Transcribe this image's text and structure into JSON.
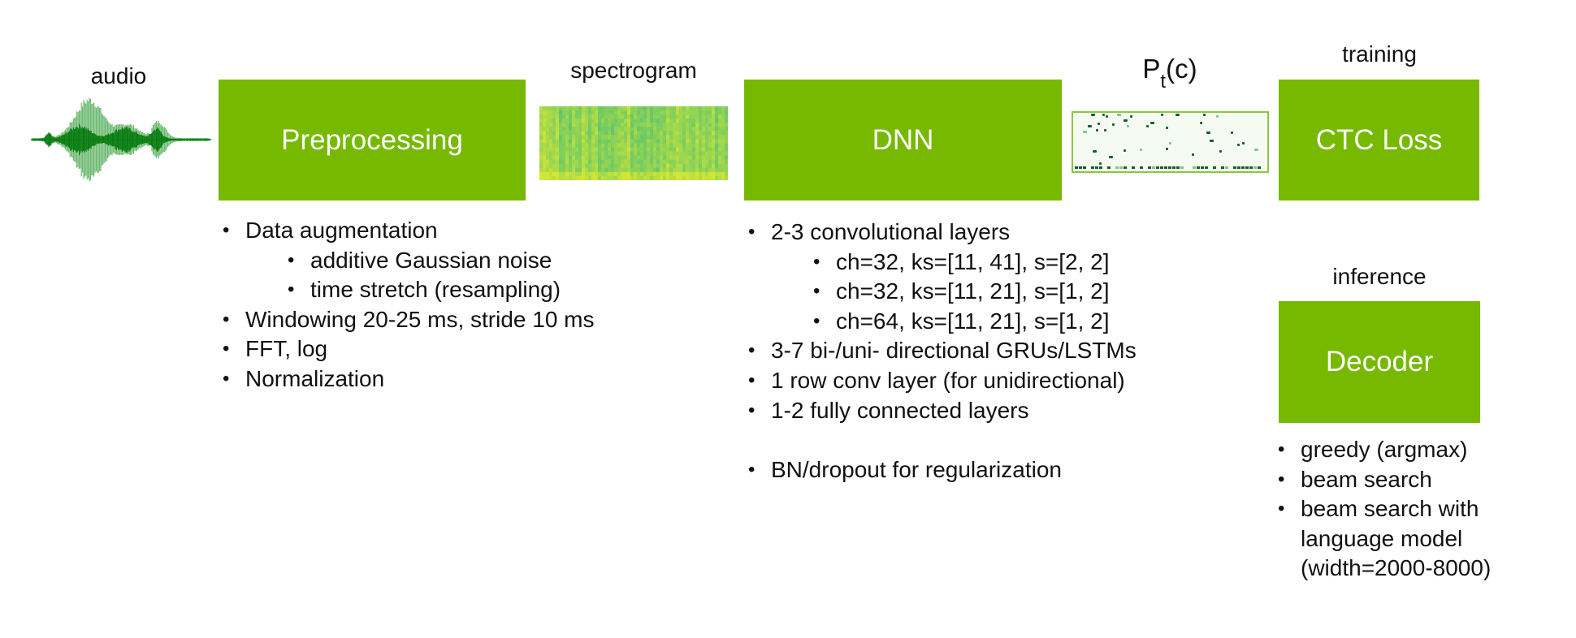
{
  "labels": {
    "audio": "audio",
    "spectrogram": "spectrogram",
    "pt_main": "P",
    "pt_sub": "t",
    "pt_arg": "(c)",
    "training": "training",
    "inference": "inference"
  },
  "boxes": {
    "preprocessing": "Preprocessing",
    "dnn": "DNN",
    "ctc_loss": "CTC Loss",
    "decoder": "Decoder"
  },
  "preprocessing_list": [
    {
      "text": "Data augmentation",
      "level": 1
    },
    {
      "text": "additive Gaussian noise",
      "level": 2
    },
    {
      "text": "time stretch (resampling)",
      "level": 2
    },
    {
      "text": "Windowing 20-25 ms, stride 10 ms",
      "level": 1
    },
    {
      "text": "FFT, log",
      "level": 1
    },
    {
      "text": "Normalization",
      "level": 1
    }
  ],
  "dnn_list": [
    {
      "text": "2-3 convolutional layers",
      "level": 1
    },
    {
      "text": "ch=32, ks=[11, 41], s=[2, 2]",
      "level": 2
    },
    {
      "text": "ch=32, ks=[11, 21], s=[1, 2]",
      "level": 2
    },
    {
      "text": "ch=64, ks=[11, 21], s=[1, 2]",
      "level": 2
    },
    {
      "text": "3-7 bi-/uni- directional GRUs/LSTMs",
      "level": 1
    },
    {
      "text": "1 row conv layer (for unidirectional)",
      "level": 1
    },
    {
      "text": "1-2 fully connected layers",
      "level": 1
    },
    {
      "text": "BN/dropout for regularization",
      "level": 1
    }
  ],
  "decoder_list": [
    {
      "text": "greedy (argmax)",
      "level": 1
    },
    {
      "text": "beam search",
      "level": 1
    },
    {
      "text": "beam search with",
      "level": 1
    },
    {
      "text": "language model",
      "level": 0
    },
    {
      "text": "(width=2000-8000)",
      "level": 0
    }
  ],
  "icons": {
    "audio": "audio-waveform-icon",
    "spectrogram": "spectrogram-image",
    "probabilities": "probability-matrix-image"
  },
  "colors": {
    "box_green": "#76b900",
    "wave_dark": "#0a7d12",
    "wave_light": "#4aa84f",
    "pt_border": "#8cc63f",
    "pt_fill": "#f5fbf3",
    "pt_dot": "#1a5c2e"
  }
}
